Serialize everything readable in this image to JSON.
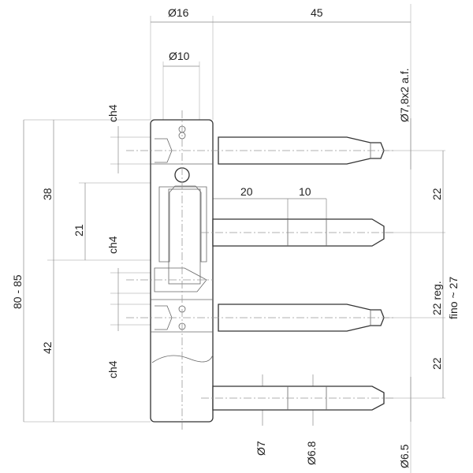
{
  "drawing": {
    "dimensions": {
      "d16": "Ø16",
      "len45": "45",
      "d10": "Ø10",
      "ch4_top": "ch4",
      "ch4_mid": "ch4",
      "ch4_bot": "ch4",
      "h38": "38",
      "h21": "21",
      "h80_85": "80 - 85",
      "h42": "42",
      "len20": "20",
      "len10": "10",
      "d78af": "Ø7,8x2 a.f.",
      "v22_top": "22",
      "v22_reg": "22 reg.",
      "fino27": "fino ~ 27",
      "v22_bot": "22",
      "d7": "Ø7",
      "d68": "Ø6.8",
      "d65": "Ø6.5"
    }
  }
}
